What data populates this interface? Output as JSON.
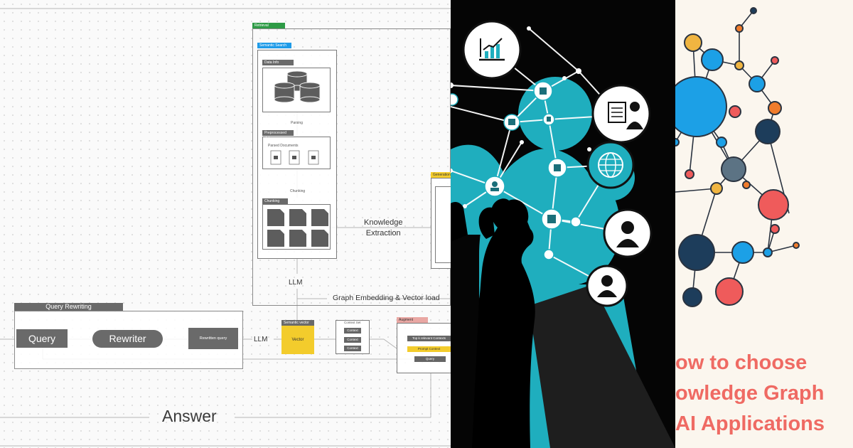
{
  "diagram": {
    "retrieval_tag": "Retrieval",
    "semantic_search_tag": "Semantic Search",
    "data_info_tag": "Data Info",
    "parsing": "Parsing",
    "preprocessed_tag": "Preprocessed data",
    "parsed_documents": "Parsed Documents",
    "chunking_label": "Chunking",
    "chunking_tag": "Chunking",
    "knowledge_extraction": "Knowledge\nExtraction",
    "generation_tag": "Generation",
    "llm_vertical": "LLM",
    "graph_embedding": "Graph Embedding & Vector load",
    "query_rewriting": "Query Rewriting",
    "query": "Query",
    "rewriter": "Rewriter",
    "rewritten_query": "Rewritten query",
    "llm_horizontal": "LLM",
    "semantic_vector_tag": "Semantic vector",
    "vector": "Vector",
    "context_title": "Context Set",
    "contexts": [
      "Context",
      "Context",
      "Context"
    ],
    "augment_tag": "Augment",
    "top_k": "Top k relevant Contexts",
    "prompt_context": "Prompt Context",
    "query_small": "Query",
    "answer": "Answer"
  },
  "poster": {
    "title_lines": [
      "ow to choose",
      "owledge Graph",
      "AI Applications"
    ]
  },
  "colors": {
    "accent_green": "#2e9b46",
    "accent_blue": "#1e9be8",
    "accent_yellow": "#f3cc2c",
    "accent_red": "#e9a7a3",
    "teal": "#1faebe",
    "title_coral": "#ef6a63"
  },
  "icons": [
    "database-icon",
    "document-icon",
    "folded-document-icon",
    "chart-icon",
    "analyst-icon",
    "globe-icon",
    "person-icon",
    "presenter-icon"
  ]
}
